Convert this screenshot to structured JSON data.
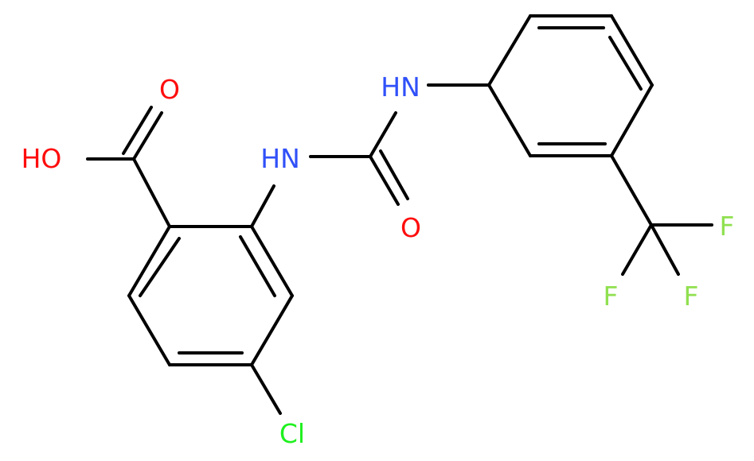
{
  "molecule": {
    "atoms": {
      "carboxyl_carbonyl_oxygen": {
        "text": "O",
        "color": "#ff0d0d"
      },
      "carboxyl_hydroxyl": {
        "text": "HO",
        "color": "#ff0d0d"
      },
      "urea_nh_left": {
        "text": "HN",
        "color": "#3050f8"
      },
      "urea_nh_right": {
        "text": "HN",
        "color": "#3050f8"
      },
      "urea_carbonyl_oxygen": {
        "text": "O",
        "color": "#ff0d0d"
      },
      "chlorine": {
        "text": "Cl",
        "color": "#1ff01f"
      },
      "fluorine_top": {
        "text": "F",
        "color": "#90e050"
      },
      "fluorine_left": {
        "text": "F",
        "color": "#90e050"
      },
      "fluorine_right": {
        "text": "F",
        "color": "#90e050"
      }
    },
    "bond_color": "#000000"
  }
}
